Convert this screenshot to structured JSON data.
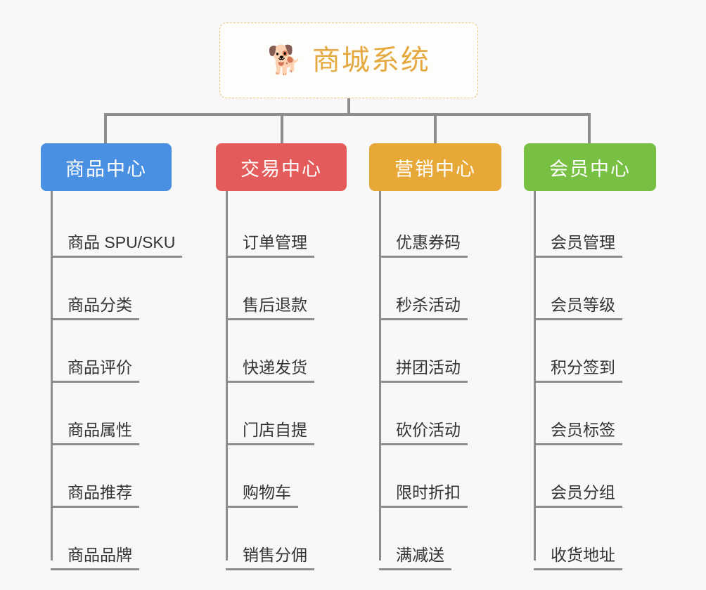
{
  "page": {
    "background_color": "#f8f8f8",
    "connector_color": "#8d8d8d",
    "leaf_text_color": "#333333"
  },
  "root": {
    "icon": "shiba-dog-face-emoji",
    "emoji": "🐕",
    "title": "商城系统",
    "title_color": "#e5a93f",
    "border_color": "#e9c27a",
    "border_style": "dashed"
  },
  "branches": [
    {
      "id": "product-center",
      "label": "商品中心",
      "color": "#4a90e2",
      "items": [
        {
          "label": "商品 SPU/SKU"
        },
        {
          "label": "商品分类"
        },
        {
          "label": "商品评价"
        },
        {
          "label": "商品属性"
        },
        {
          "label": "商品推荐"
        },
        {
          "label": "商品品牌"
        }
      ]
    },
    {
      "id": "trade-center",
      "label": "交易中心",
      "color": "#e45b5b",
      "items": [
        {
          "label": "订单管理"
        },
        {
          "label": "售后退款"
        },
        {
          "label": "快递发货"
        },
        {
          "label": "门店自提"
        },
        {
          "label": "购物车"
        },
        {
          "label": "销售分佣"
        }
      ]
    },
    {
      "id": "marketing-center",
      "label": "营销中心",
      "color": "#e8a838",
      "items": [
        {
          "label": "优惠券码"
        },
        {
          "label": "秒杀活动"
        },
        {
          "label": "拼团活动"
        },
        {
          "label": "砍价活动"
        },
        {
          "label": "限时折扣"
        },
        {
          "label": "满减送"
        }
      ]
    },
    {
      "id": "member-center",
      "label": "会员中心",
      "color": "#78c043",
      "items": [
        {
          "label": "会员管理"
        },
        {
          "label": "会员等级"
        },
        {
          "label": "积分签到"
        },
        {
          "label": "会员标签"
        },
        {
          "label": "会员分组"
        },
        {
          "label": "收货地址"
        }
      ]
    }
  ]
}
